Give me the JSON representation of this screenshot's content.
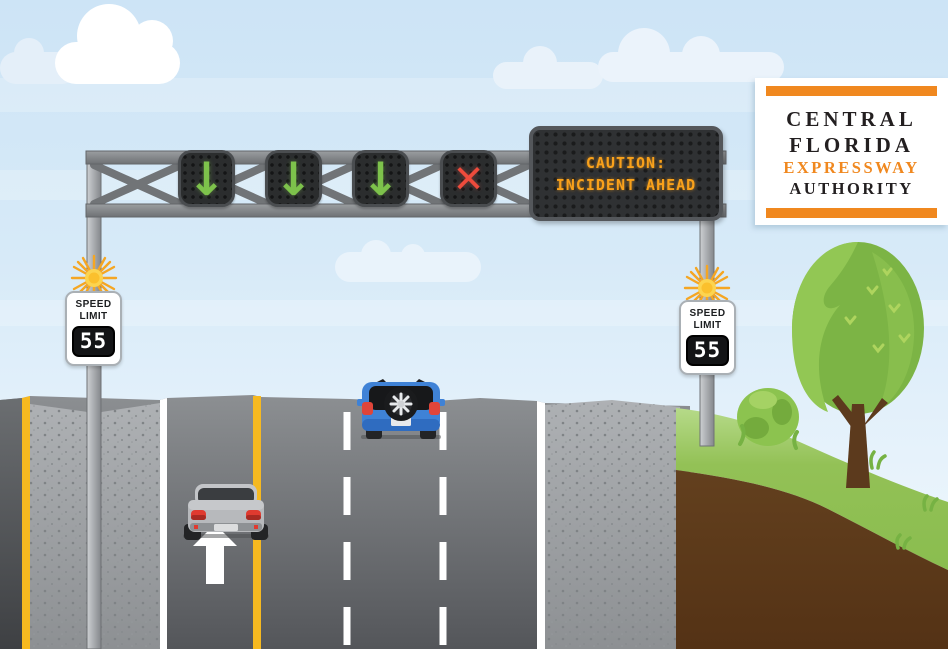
{
  "logo": {
    "line1": "CENTRAL",
    "line2": "FLORIDA",
    "line3": "EXPRESSWAY",
    "line4": "AUTHORITY"
  },
  "gantry": {
    "message_board": {
      "line1": "CAUTION:",
      "line2": "INCIDENT AHEAD"
    },
    "signals": [
      {
        "name": "lane-1-signal",
        "icon": "down-arrow-icon",
        "glyph": "↓",
        "state": "open"
      },
      {
        "name": "lane-2-signal",
        "icon": "down-arrow-icon",
        "glyph": "↓",
        "state": "open"
      },
      {
        "name": "lane-3-signal",
        "icon": "down-arrow-icon",
        "glyph": "↓",
        "state": "open"
      },
      {
        "name": "lane-4-signal",
        "icon": "x-mark-icon",
        "glyph": "✕",
        "state": "closed"
      }
    ]
  },
  "speed_signs": {
    "left": {
      "line1": "SPEED",
      "line2": "LIMIT",
      "value": "55"
    },
    "right": {
      "line1": "SPEED",
      "line2": "LIMIT",
      "value": "55"
    }
  },
  "colors": {
    "sky": "#d7eaf8",
    "road_gray": "#8c8f92",
    "concrete": "#a7abae",
    "lane_yellow": "#f6b920",
    "lane_white": "#ffffff",
    "signal_green": "#7dc24b",
    "signal_red": "#ee4b3c",
    "led_amber": "#f9a11b",
    "grass_green": "#93c156",
    "dirt_brown": "#5e3a1b",
    "logo_orange": "#f0881f",
    "beacon_yellow": "#fbc02d"
  }
}
